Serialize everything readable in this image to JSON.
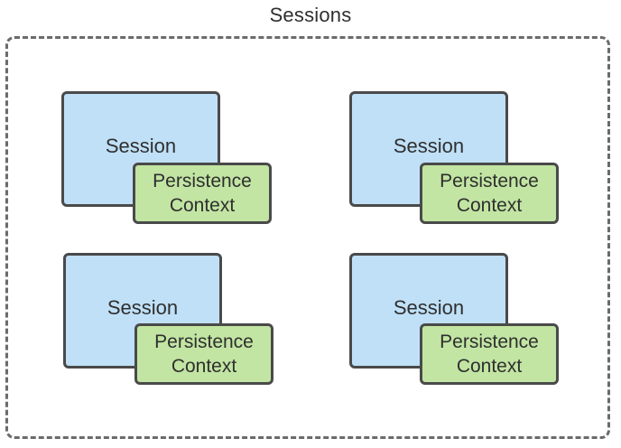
{
  "title": "Sessions",
  "colors": {
    "session_fill": "#bfe0f7",
    "context_fill": "#c2e5a3",
    "border": "#4a4a4a",
    "dashed_border": "#6b6b6b"
  },
  "sessions": [
    {
      "label": "Session",
      "context": {
        "line1": "Persistence",
        "line2": "Context"
      }
    },
    {
      "label": "Session",
      "context": {
        "line1": "Persistence",
        "line2": "Context"
      }
    },
    {
      "label": "Session",
      "context": {
        "line1": "Persistence",
        "line2": "Context"
      }
    },
    {
      "label": "Session",
      "context": {
        "line1": "Persistence",
        "line2": "Context"
      }
    }
  ]
}
